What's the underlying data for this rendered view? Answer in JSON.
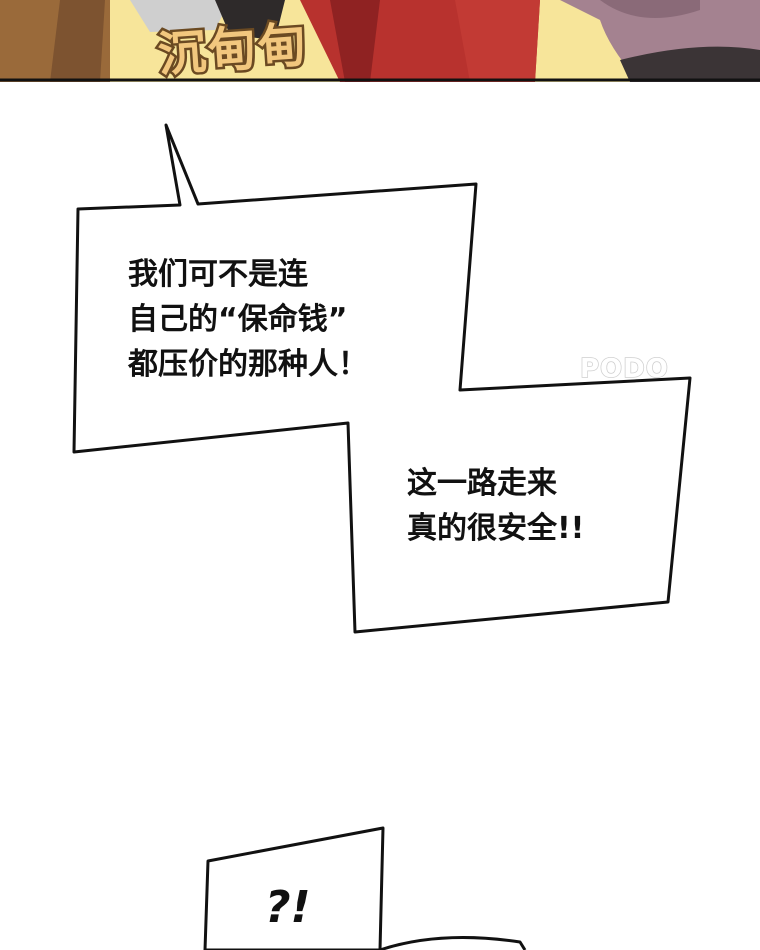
{
  "sound_effect": "沉甸甸",
  "speech_bubbles": [
    {
      "lines": [
        "我们可不是连",
        "自己的“保命钱”",
        "都压价的那种人！"
      ]
    },
    {
      "lines": [
        "这一路走来",
        "真的很安全!!"
      ]
    },
    {
      "lines": [
        "?!"
      ]
    }
  ],
  "watermark": "PODO",
  "colors": {
    "panel_background": "#ffffff",
    "sfx_fill": "#f2c77e",
    "sfx_outline": "#6b4a22",
    "bubble_outline": "#111111",
    "text": "#111111"
  }
}
